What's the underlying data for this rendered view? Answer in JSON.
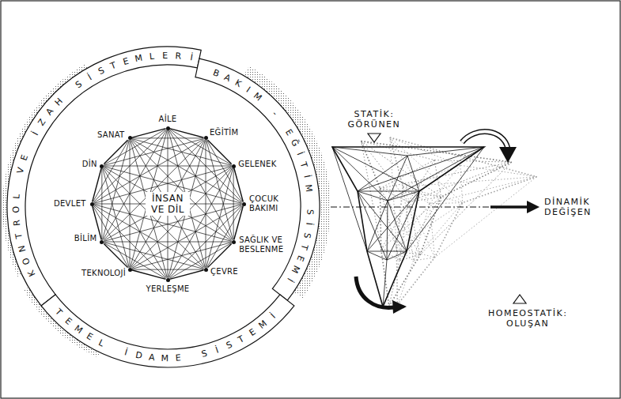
{
  "diagram": {
    "nodes": [
      {
        "text": [
          "KONTROL VE İZAH SİSTEMLERİ"
        ]
      },
      {
        "text": [
          "BAKIM - EĞİTİM SİSTEMİ"
        ]
      },
      {
        "text": [
          "TEMEL İDAME SİSTEMİ"
        ]
      },
      {
        "text": [
          "AİLE"
        ]
      },
      {
        "text": [
          "EĞİTİM"
        ]
      },
      {
        "text": [
          "GELENEK"
        ]
      },
      {
        "text": [
          "ÇOCUK BAKIMI"
        ]
      },
      {
        "text": [
          "SAĞLIK VE BESLENME"
        ]
      },
      {
        "text": [
          "ÇEVRE"
        ]
      },
      {
        "text": [
          "YERLEŞME"
        ]
      },
      {
        "text": [
          "TEKNOLOJİ"
        ]
      },
      {
        "text": [
          "BİLİM"
        ]
      },
      {
        "text": [
          "DEVLET"
        ]
      },
      {
        "text": [
          "DİN"
        ]
      },
      {
        "text": [
          "SANAT"
        ]
      }
    ],
    "edges": [
      {
        "from": 3,
        "to": 4,
        "arrow": "none"
      },
      {
        "from": 3,
        "to": 5,
        "arrow": "none"
      },
      {
        "from": 3,
        "to": 6,
        "arrow": "none"
      },
      {
        "from": 3,
        "to": 7,
        "arrow": "none"
      },
      {
        "from": 3,
        "to": 8,
        "arrow": "none"
      },
      {
        "from": 3,
        "to": 9,
        "arrow": "none"
      },
      {
        "from": 3,
        "to": 10,
        "arrow": "none"
      },
      {
        "from": 3,
        "to": 11,
        "arrow": "none"
      },
      {
        "from": 3,
        "to": 12,
        "arrow": "none"
      },
      {
        "from": 3,
        "to": 13,
        "arrow": "none"
      },
      {
        "from": 3,
        "to": 14,
        "arrow": "none"
      },
      {
        "from": 4,
        "to": 5,
        "arrow": "none"
      },
      {
        "from": 4,
        "to": 6,
        "arrow": "none"
      },
      {
        "from": 4,
        "to": 7,
        "arrow": "none"
      },
      {
        "from": 4,
        "to": 8,
        "arrow": "none"
      },
      {
        "from": 4,
        "to": 9,
        "arrow": "none"
      },
      {
        "from": 4,
        "to": 10,
        "arrow": "none"
      },
      {
        "from": 4,
        "to": 11,
        "arrow": "none"
      },
      {
        "from": 4,
        "to": 12,
        "arrow": "none"
      },
      {
        "from": 4,
        "to": 13,
        "arrow": "none"
      },
      {
        "from": 4,
        "to": 14,
        "arrow": "none"
      },
      {
        "from": 5,
        "to": 6,
        "arrow": "none"
      },
      {
        "from": 5,
        "to": 7,
        "arrow": "none"
      },
      {
        "from": 5,
        "to": 8,
        "arrow": "none"
      },
      {
        "from": 5,
        "to": 9,
        "arrow": "none"
      },
      {
        "from": 5,
        "to": 10,
        "arrow": "none"
      },
      {
        "from": 5,
        "to": 11,
        "arrow": "none"
      },
      {
        "from": 5,
        "to": 12,
        "arrow": "none"
      },
      {
        "from": 5,
        "to": 13,
        "arrow": "none"
      },
      {
        "from": 5,
        "to": 14,
        "arrow": "none"
      },
      {
        "from": 6,
        "to": 7,
        "arrow": "none"
      },
      {
        "from": 6,
        "to": 8,
        "arrow": "none"
      },
      {
        "from": 6,
        "to": 9,
        "arrow": "none"
      },
      {
        "from": 6,
        "to": 10,
        "arrow": "none"
      },
      {
        "from": 6,
        "to": 11,
        "arrow": "none"
      },
      {
        "from": 6,
        "to": 12,
        "arrow": "none"
      },
      {
        "from": 6,
        "to": 13,
        "arrow": "none"
      },
      {
        "from": 6,
        "to": 14,
        "arrow": "none"
      },
      {
        "from": 7,
        "to": 8,
        "arrow": "none"
      },
      {
        "from": 7,
        "to": 9,
        "arrow": "none"
      },
      {
        "from": 7,
        "to": 10,
        "arrow": "none"
      },
      {
        "from": 7,
        "to": 11,
        "arrow": "none"
      },
      {
        "from": 7,
        "to": 12,
        "arrow": "none"
      },
      {
        "from": 7,
        "to": 13,
        "arrow": "none"
      },
      {
        "from": 7,
        "to": 14,
        "arrow": "none"
      },
      {
        "from": 8,
        "to": 9,
        "arrow": "none"
      },
      {
        "from": 8,
        "to": 10,
        "arrow": "none"
      },
      {
        "from": 8,
        "to": 11,
        "arrow": "none"
      },
      {
        "from": 8,
        "to": 12,
        "arrow": "none"
      },
      {
        "from": 8,
        "to": 13,
        "arrow": "none"
      },
      {
        "from": 8,
        "to": 14,
        "arrow": "none"
      },
      {
        "from": 9,
        "to": 10,
        "arrow": "none"
      },
      {
        "from": 9,
        "to": 11,
        "arrow": "none"
      },
      {
        "from": 9,
        "to": 12,
        "arrow": "none"
      },
      {
        "from": 9,
        "to": 13,
        "arrow": "none"
      },
      {
        "from": 9,
        "to": 14,
        "arrow": "none"
      },
      {
        "from": 10,
        "to": 11,
        "arrow": "none"
      },
      {
        "from": 10,
        "to": 12,
        "arrow": "none"
      },
      {
        "from": 10,
        "to": 13,
        "arrow": "none"
      },
      {
        "from": 10,
        "to": 14,
        "arrow": "none"
      },
      {
        "from": 11,
        "to": 12,
        "arrow": "none"
      },
      {
        "from": 11,
        "to": 13,
        "arrow": "none"
      },
      {
        "from": 11,
        "to": 14,
        "arrow": "none"
      },
      {
        "from": 12,
        "to": 13,
        "arrow": "none"
      },
      {
        "from": 12,
        "to": 14,
        "arrow": "none"
      },
      {
        "from": 13,
        "to": 14,
        "arrow": "none"
      }
    ],
    "labels": [
      "İNSAN VE DİL",
      "STATİK: GÖRÜNEN",
      "DİNAMİK DEĞİŞEN",
      "HOMEOSTATİK: OLUŞAN"
    ]
  }
}
